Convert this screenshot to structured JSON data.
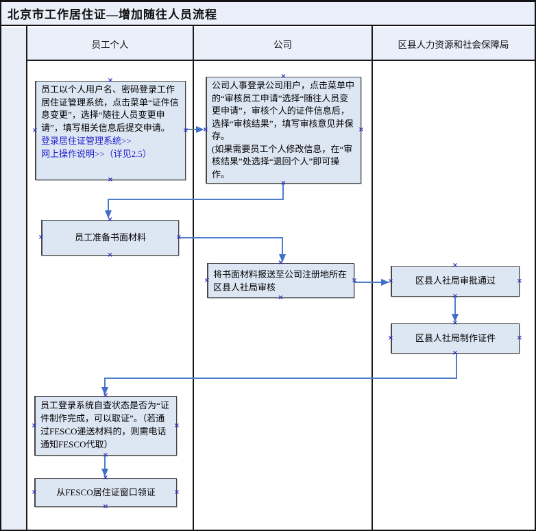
{
  "title": "北京市工作居住证—增加随往人员流程",
  "lanes": {
    "lane1": "员工个人",
    "lane2": "公司",
    "lane3": "区县人力资源和社会保障局"
  },
  "nodes": {
    "login_apply": {
      "text": "员工以个人用户名、密码登录工作居住证管理系统，点击菜单“证件信息变更”，选择“随往人员变更申请”，填写相关信息后提交申请。",
      "link1": "登录居住证管理系统>>",
      "link2": "网上操作说明>>（详见2.5）"
    },
    "company_review": {
      "text": "公司人事登录公司用户，点击菜单中的“审核员工申请”选择“随往人员变更申请”，审核个人的证件信息后，选择“审核结果”，填写审核意见并保存。",
      "note": "(如果需要员工个人修改信息，在“审核结果”处选择“退回个人”即可操作。"
    },
    "prepare_materials": "员工准备书面材料",
    "send_materials": "将书面材料报送至公司注册地所在区县人社局审核",
    "bureau_approve": "区县人社局审批通过",
    "bureau_make_cert": "区县人社局制作证件",
    "self_check": "员工登录系统自查状态是否为“证件制作完成，可以取证”。（若通过FESCO递送材料的，则需电话通知FESCO代取）",
    "fesco_pickup": "从FESCO居住证窗口领证"
  },
  "colors": {
    "band_fill": "#ebeffa",
    "node_fill": "#dde6f3",
    "node_border": "#474747",
    "connector_blue": "#4b7dc8",
    "link_blue": "#1f1fcc",
    "frame_black": "#141414",
    "connection_point_blue": "#2b2bbb"
  }
}
